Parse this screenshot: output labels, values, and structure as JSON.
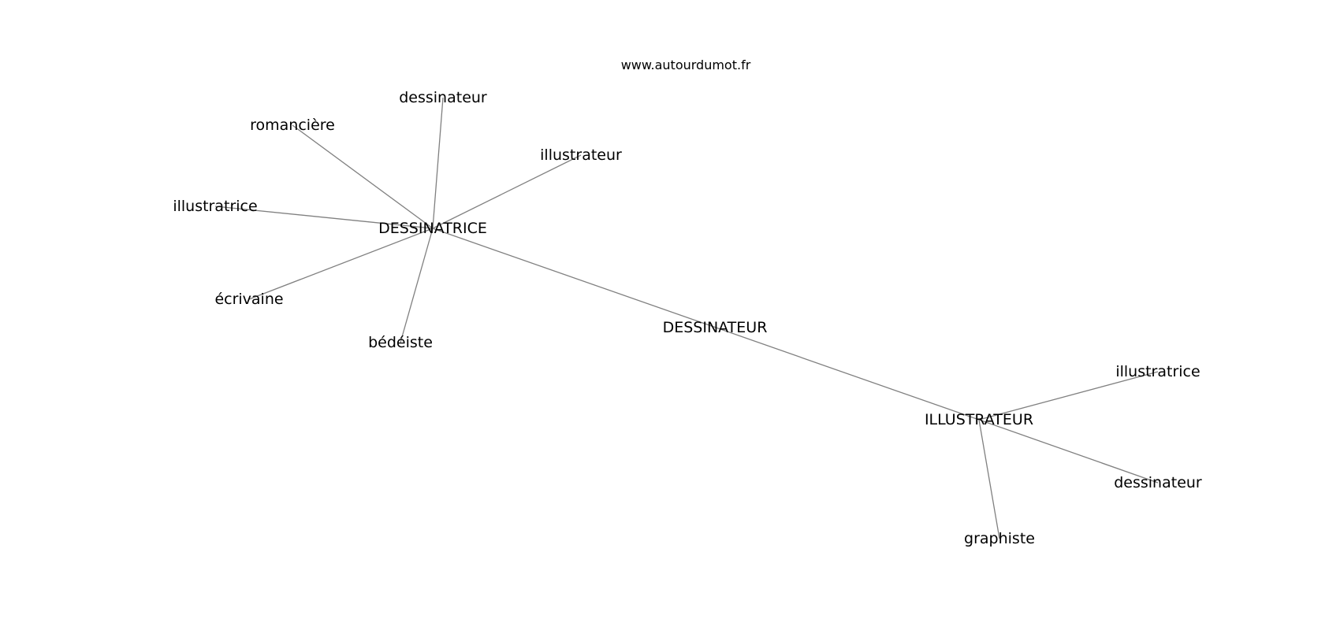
{
  "source": "www.autourdumot.fr",
  "colors": {
    "edge": "#808080",
    "text": "#000000",
    "background": "#ffffff"
  },
  "nodes": [
    {
      "id": "dessinatrice",
      "label": "DESSINATRICE"
    },
    {
      "id": "dessinateur-hub",
      "label": "DESSINATEUR"
    },
    {
      "id": "illustrateur-hub",
      "label": "ILLUSTRATEUR"
    },
    {
      "id": "dessinateur-1",
      "label": "dessinateur"
    },
    {
      "id": "romanciere",
      "label": "romancière"
    },
    {
      "id": "illustrateur-1",
      "label": "illustrateur"
    },
    {
      "id": "illustratrice-1",
      "label": "illustratrice"
    },
    {
      "id": "ecrivaine",
      "label": "écrivaine"
    },
    {
      "id": "bedeiste",
      "label": "bédéiste"
    },
    {
      "id": "illustratrice-2",
      "label": "illustratrice"
    },
    {
      "id": "dessinateur-2",
      "label": "dessinateur"
    },
    {
      "id": "graphiste",
      "label": "graphiste"
    }
  ],
  "edges": [
    [
      "dessinatrice",
      "dessinateur-1"
    ],
    [
      "dessinatrice",
      "romanciere"
    ],
    [
      "dessinatrice",
      "illustrateur-1"
    ],
    [
      "dessinatrice",
      "illustratrice-1"
    ],
    [
      "dessinatrice",
      "ecrivaine"
    ],
    [
      "dessinatrice",
      "bedeiste"
    ],
    [
      "dessinatrice",
      "illustrateur-hub"
    ],
    [
      "illustrateur-hub",
      "illustratrice-2"
    ],
    [
      "illustrateur-hub",
      "dessinateur-2"
    ],
    [
      "illustrateur-hub",
      "graphiste"
    ]
  ]
}
